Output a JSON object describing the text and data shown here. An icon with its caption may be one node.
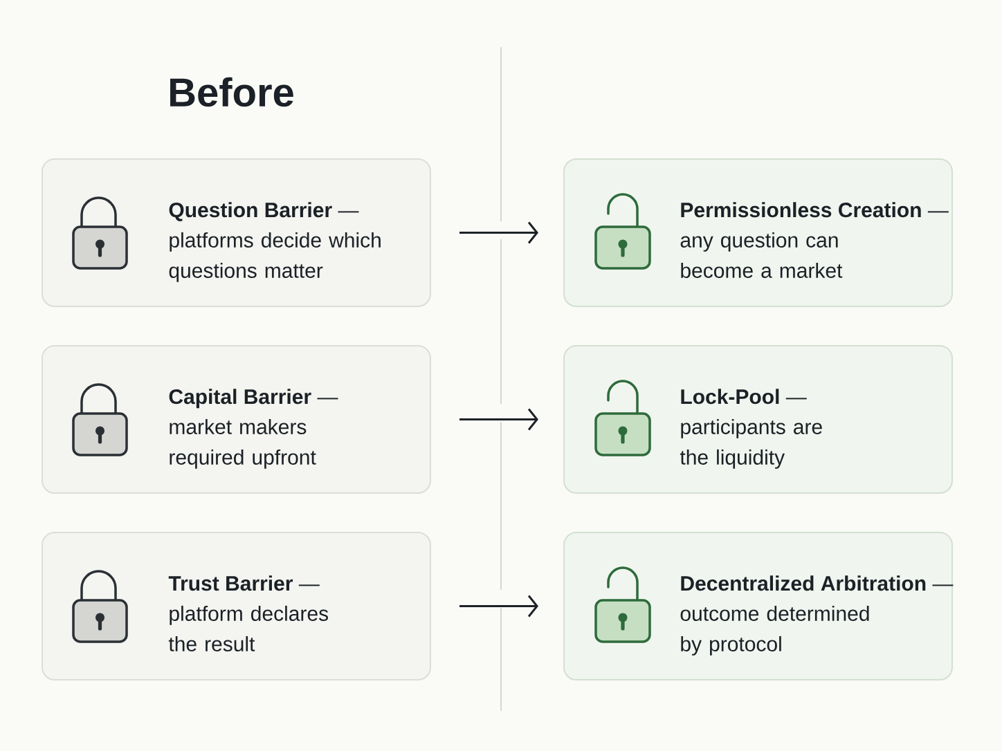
{
  "diagram": {
    "nodes": [
      {
        "text": [
          "**Question Barrier** —",
          "platforms decide which questions matter"
        ]
      },
      {
        "text": [
          "**Permissionless Creation** —",
          "any question can become a market"
        ]
      },
      {
        "text": [
          "**Capital Barrier** —",
          "market makers required upfront"
        ]
      },
      {
        "text": [
          "**Lock-Pool** —",
          "participants are the liquidity"
        ]
      },
      {
        "text": [
          "**Trust Barrier** —",
          "platform declares the result"
        ]
      },
      {
        "text": [
          "**Decentralized Arbitration** —",
          "outcome determined by protocol"
        ]
      }
    ],
    "edges": [
      {
        "from": 0,
        "to": 1,
        "arrow": "to"
      },
      {
        "from": 2,
        "to": 3,
        "arrow": "to"
      },
      {
        "from": 4,
        "to": 5,
        "arrow": "to"
      }
    ],
    "labels": [
      "Before"
    ]
  }
}
